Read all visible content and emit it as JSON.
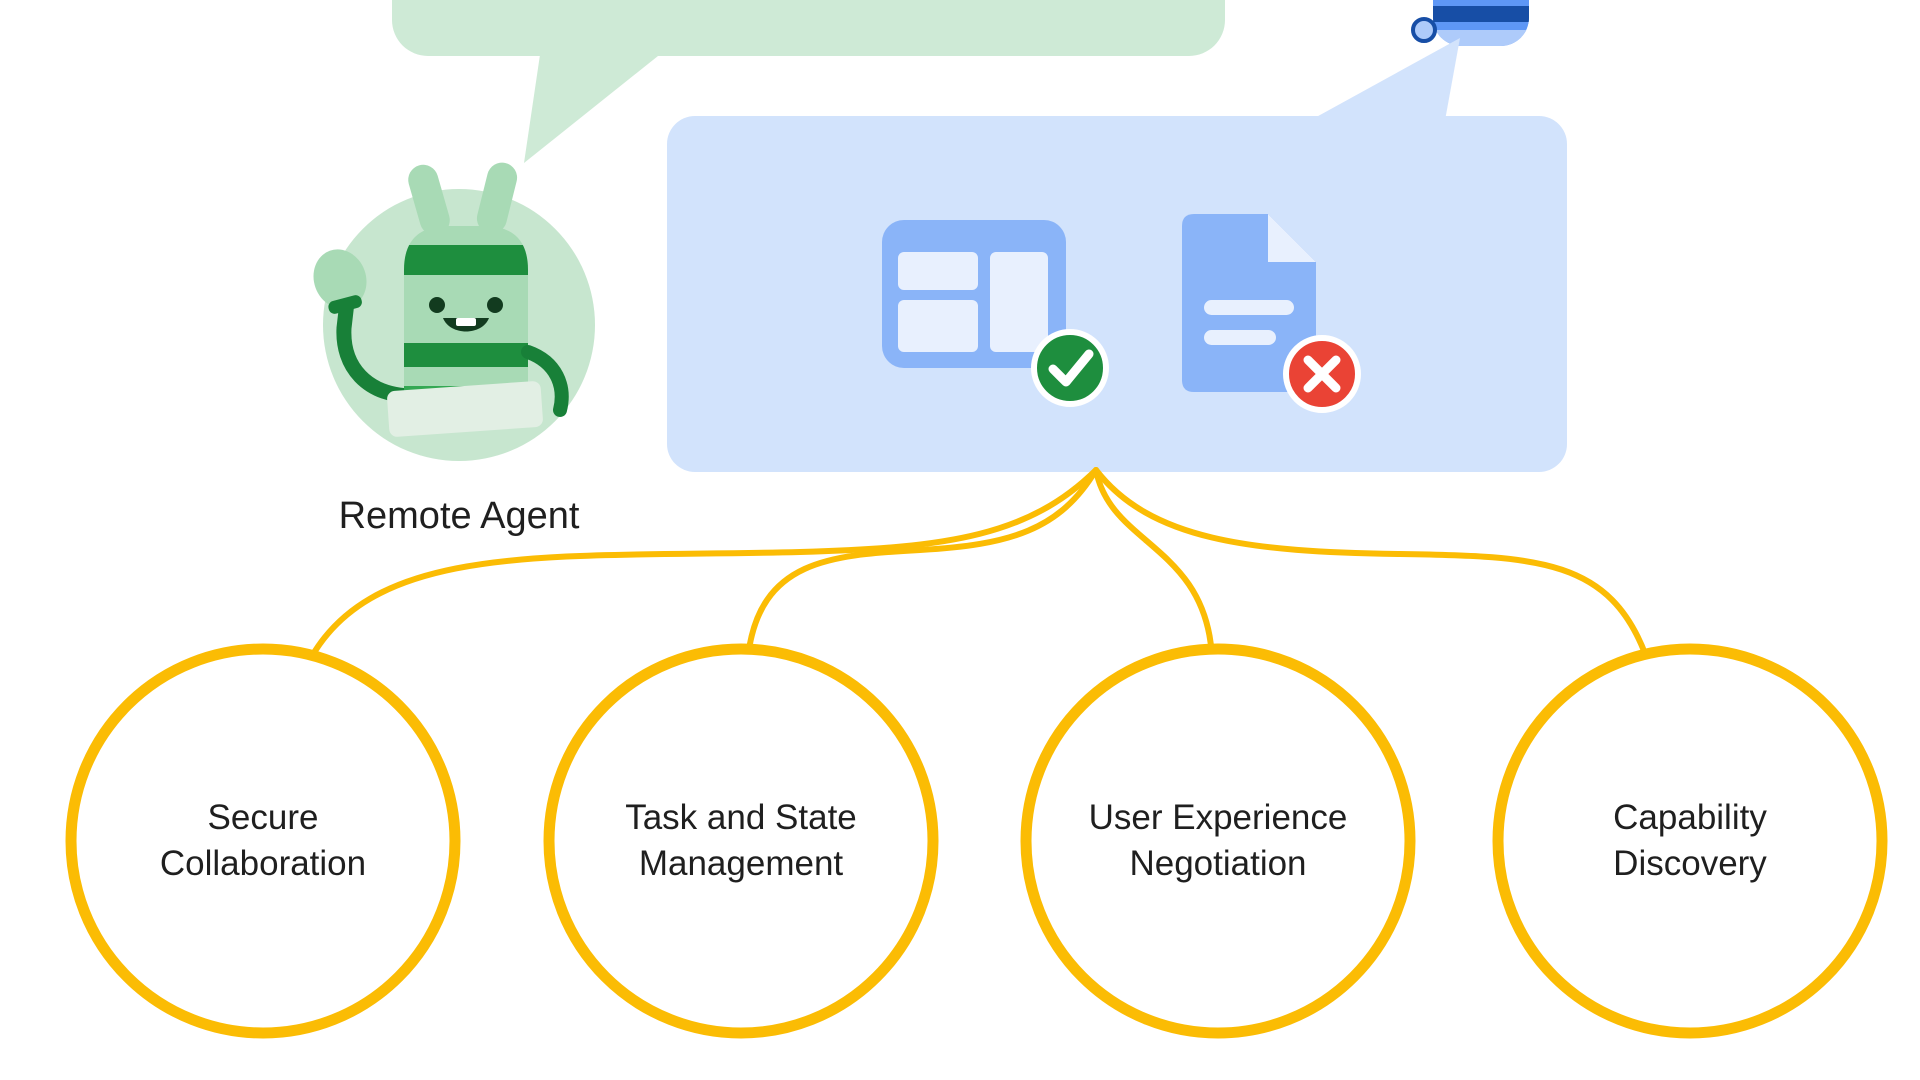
{
  "remote_agent": {
    "label": "Remote Agent"
  },
  "capabilities": [
    {
      "label": "Secure\nCollaboration"
    },
    {
      "label": "Task and State\nManagement"
    },
    {
      "label": "User Experience\nNegotiation"
    },
    {
      "label": "Capability\nDiscovery"
    }
  ],
  "icons": {
    "bubble_card": "table-layout-icon",
    "bubble_card_status": "checkmark-badge-icon",
    "bubble_document": "document-icon",
    "bubble_document_status": "x-badge-icon",
    "remote_agent": "green-robot-avatar",
    "client_agent": "blue-robot-partial"
  },
  "colors": {
    "green_bubble": "#ceead6",
    "blue_bubble": "#d2e3fc",
    "icon_blue": "#8ab4f8",
    "icon_inner": "#e8f0fe",
    "success_green": "#1e8e3e",
    "error_red": "#ea4335",
    "connector_yellow": "#fbbc04",
    "agent_green_light": "#a8dab5",
    "agent_green_dark": "#188038",
    "agent_bg": "#c7e6cf",
    "text": "#1f1f1f"
  }
}
